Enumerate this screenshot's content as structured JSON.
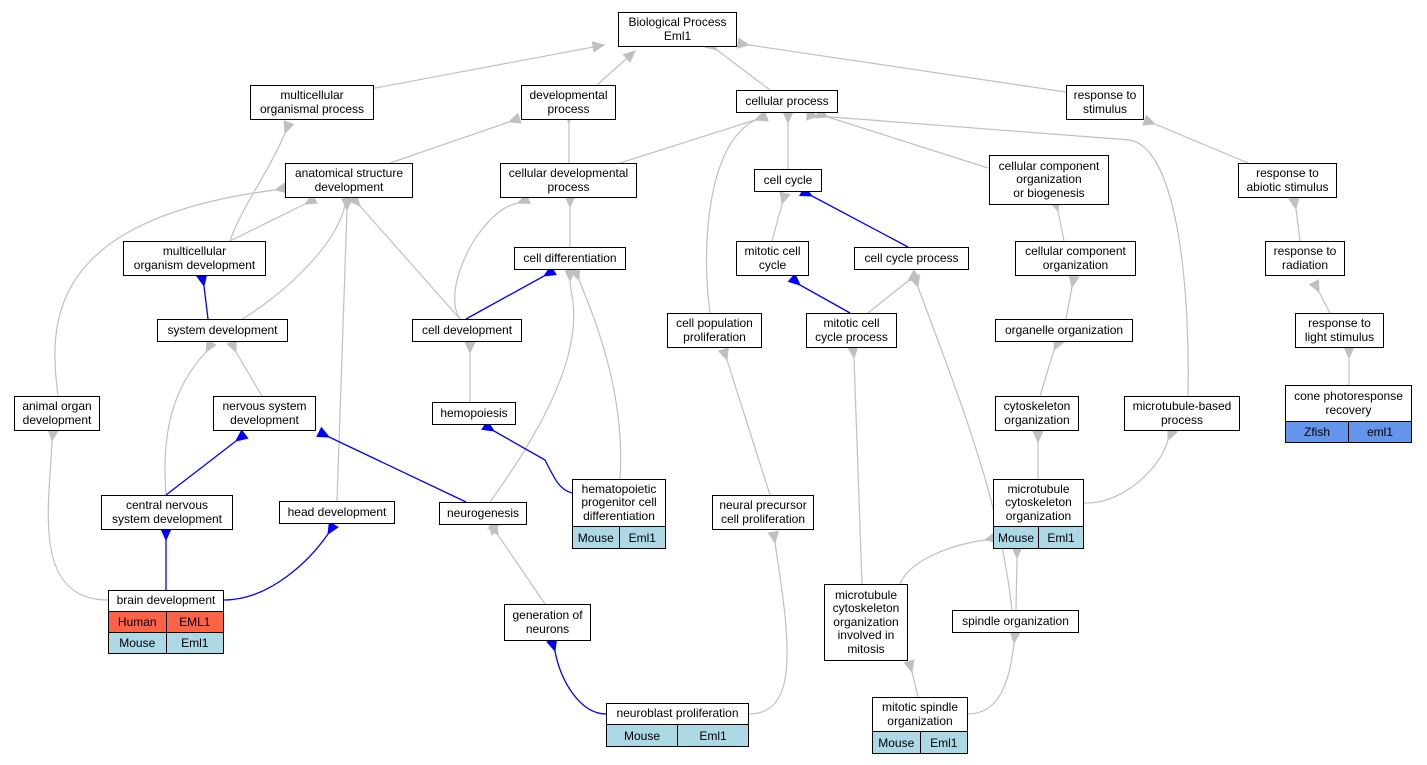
{
  "colors": {
    "mouse": "#add8e6",
    "human": "#ff6347",
    "zfish": "#6495ed",
    "edge_gray": "#c0c0c0",
    "edge_blue": "#0000ff"
  },
  "nodes": {
    "bp": "Biological Process\nEml1",
    "mop": "multicellular\norganismal process",
    "dp": "developmental\nprocess",
    "cp": "cellular process",
    "rts": "response to\nstimulus",
    "asd": "anatomical structure\ndevelopment",
    "cdp": "cellular developmental\nprocess",
    "cc": "cell cycle",
    "ccob": "cellular component\norganization\nor biogenesis",
    "ras": "response to\nabiotic stimulus",
    "mod": "multicellular\norganism development",
    "cdiff": "cell differentiation",
    "mcc": "mitotic cell\ncycle",
    "ccp": "cell cycle process",
    "cco": "cellular component\norganization",
    "rtr": "response to\nradiation",
    "sd": "system development",
    "cdev": "cell development",
    "cpp": "cell population\nproliferation",
    "mccp": "mitotic cell\ncycle process",
    "oo": "organelle organization",
    "rtls": "response to\nlight stimulus",
    "aod": "animal organ\ndevelopment",
    "nsd": "nervous system\ndevelopment",
    "hemo": "hemopoiesis",
    "co": "cytoskeleton\norganization",
    "mbp": "microtubule-based\nprocess",
    "cnsd": "central nervous\nsystem development",
    "hd": "head development",
    "neuro": "neurogenesis",
    "npcp": "neural precursor\ncell proliferation",
    "mtcim": "microtubule\ncytoskeleton\norganization\ninvolved in\nmitosis",
    "so": "spindle organization",
    "gon": "generation of\nneurons"
  },
  "tables": {
    "cpr": {
      "title": "cone photoresponse\nrecovery",
      "rows": [
        [
          "Zfish",
          "eml1"
        ]
      ]
    },
    "hpcd": {
      "title": "hematopoietic\nprogenitor cell\ndifferentiation",
      "rows": [
        [
          "Mouse",
          "Eml1"
        ]
      ]
    },
    "mtco": {
      "title": "microtubule\ncytoskeleton\norganization",
      "rows": [
        [
          "Mouse",
          "Eml1"
        ]
      ]
    },
    "bd": {
      "title": "brain development",
      "rows": [
        [
          "Human",
          "EML1"
        ],
        [
          "Mouse",
          "Eml1"
        ]
      ]
    },
    "np": {
      "title": "neuroblast proliferation",
      "rows": [
        [
          "Mouse",
          "Eml1"
        ]
      ]
    },
    "mso": {
      "title": "mitotic spindle\norganization",
      "rows": [
        [
          "Mouse",
          "Eml1"
        ]
      ]
    }
  }
}
